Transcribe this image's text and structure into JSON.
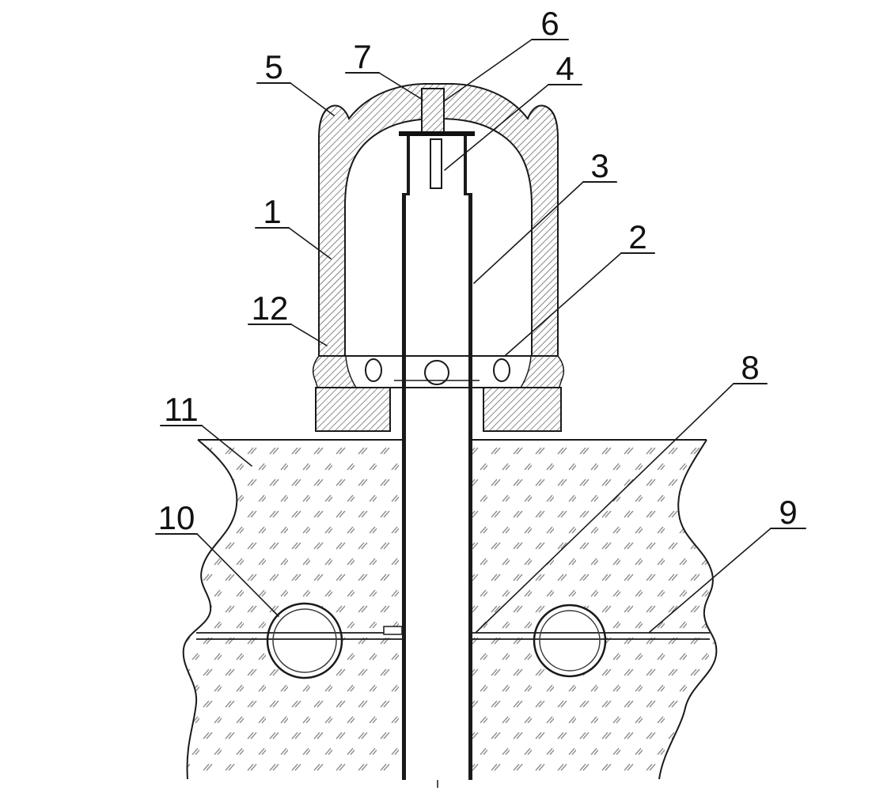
{
  "diagram": {
    "kind": "patent-cross-section-figure",
    "background": "#ffffff",
    "colors": {
      "line": "#1a1a1a",
      "hatch": "#4a4a4a",
      "soil_mark": "#8f8f8f"
    },
    "labels": [
      {
        "text": "1"
      },
      {
        "text": "2"
      },
      {
        "text": "3"
      },
      {
        "text": "4"
      },
      {
        "text": "5"
      },
      {
        "text": "6"
      },
      {
        "text": "7"
      },
      {
        "text": "8"
      },
      {
        "text": "9"
      },
      {
        "text": "10"
      },
      {
        "text": "11"
      },
      {
        "text": "12"
      }
    ]
  }
}
